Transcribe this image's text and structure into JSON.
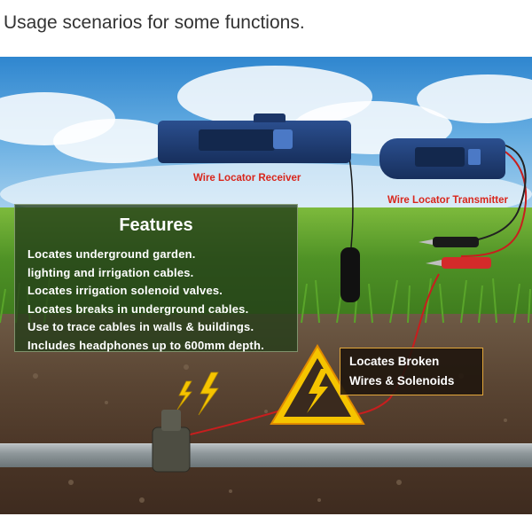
{
  "caption": "Usage scenarios for some functions.",
  "labels": {
    "receiver": "Wire Locator Receiver",
    "transmitter": "Wire Locator Transmitter"
  },
  "features": {
    "title": "Features",
    "items": [
      "Locates underground garden.",
      "lighting and irrigation cables.",
      "Locates irrigation solenoid valves.",
      "Locates breaks in underground cables.",
      "Use to trace cables in walls & buildings.",
      "Includes headphones up to 600mm depth."
    ]
  },
  "callout": {
    "line1": "Locates Broken",
    "line2": "Wires & Solenoids"
  },
  "colors": {
    "label_red": "#d9261c",
    "device_blue": "#1f3f78",
    "warning_yellow": "#f5c400",
    "callout_border": "#e3a73a"
  },
  "icons": {
    "receiver": "wire-locator-receiver-device",
    "transmitter": "wire-locator-transmitter-device",
    "warning": "warning-triangle-lightning-icon",
    "lightning": "lightning-bolt-icon",
    "valve": "solenoid-valve"
  }
}
